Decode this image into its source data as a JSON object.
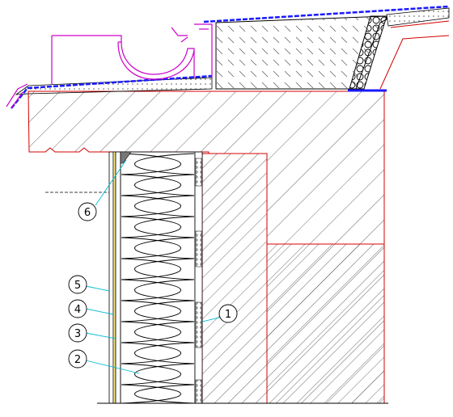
{
  "callouts": [
    {
      "label": "1"
    },
    {
      "label": "2"
    },
    {
      "label": "3"
    },
    {
      "label": "4"
    },
    {
      "label": "5"
    },
    {
      "label": "6"
    }
  ],
  "colors": {
    "outline": "#d40000",
    "gutter": "#cc00cc",
    "membrane": "#1a1aff",
    "leader": "#00b8d4",
    "hatch": "#444444",
    "insulation": "#000000",
    "background": "#ffffff"
  }
}
